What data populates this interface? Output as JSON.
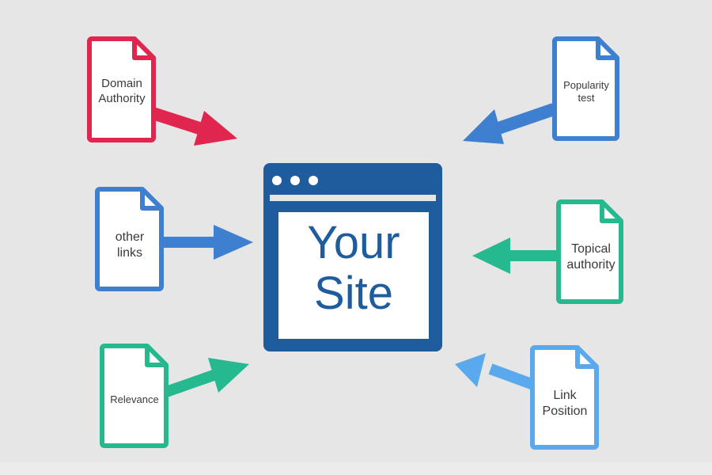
{
  "center": {
    "title_line1": "Your",
    "title_line2": "Site",
    "color": "#1f5c9e"
  },
  "factors": [
    {
      "id": "domain-authority",
      "line1": "Domain",
      "line2": "Authority",
      "color": "#e0264f",
      "icon": "document-icon"
    },
    {
      "id": "popularity-test",
      "line1": "Popularity",
      "line2": "test",
      "color": "#3f7fd0",
      "icon": "document-icon"
    },
    {
      "id": "other-links",
      "line1": "other",
      "line2": "links",
      "color": "#3f7fd0",
      "icon": "document-icon"
    },
    {
      "id": "topical-authority",
      "line1": "Topical",
      "line2": "authority",
      "color": "#26b88e",
      "icon": "document-icon"
    },
    {
      "id": "relevance",
      "line1": "Relevance",
      "line2": "",
      "color": "#26b88e",
      "icon": "document-icon"
    },
    {
      "id": "link-position",
      "line1": "Link",
      "line2": "Position",
      "color": "#5aa9ec",
      "icon": "document-icon"
    }
  ]
}
